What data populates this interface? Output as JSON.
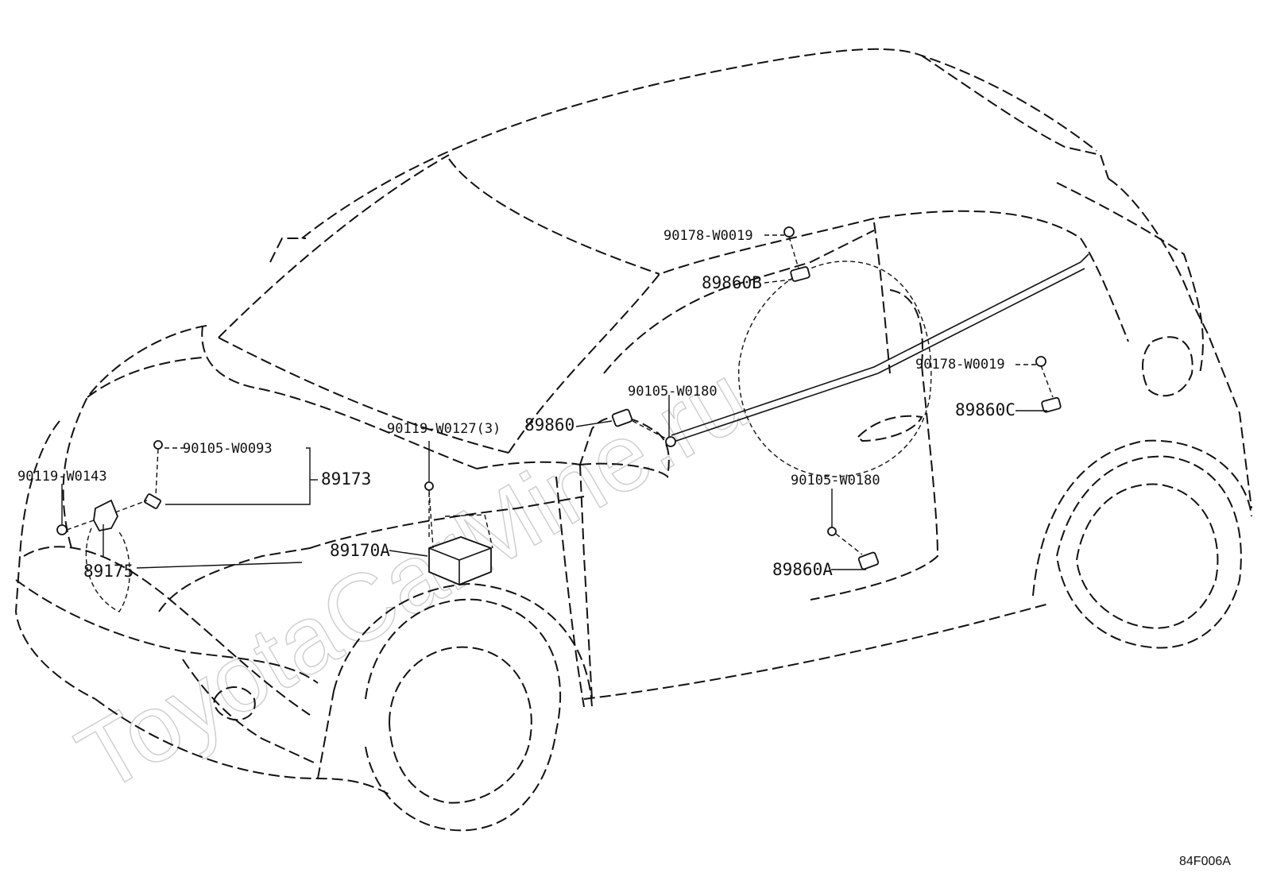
{
  "watermark": "ToyotaCarMine.ru",
  "diagram_code": "84F006A",
  "labels": {
    "p90178_w0019_top": "90178-W0019",
    "p89860b": "89860B",
    "p90178_w0019_right": "90178-W0019",
    "p89860c": "89860C",
    "p90105_w0180_upper": "90105-W0180",
    "p89860": "89860",
    "p90119_w0127": "90119-W0127(3)",
    "p90105_w0093": "90105-W0093",
    "p89173": "89173",
    "p90119_w0143": "90119-W0143",
    "p89170a": "89170A",
    "p89175": "89175",
    "p90105_w0180_lower": "90105-W0180",
    "p89860a": "89860A"
  }
}
